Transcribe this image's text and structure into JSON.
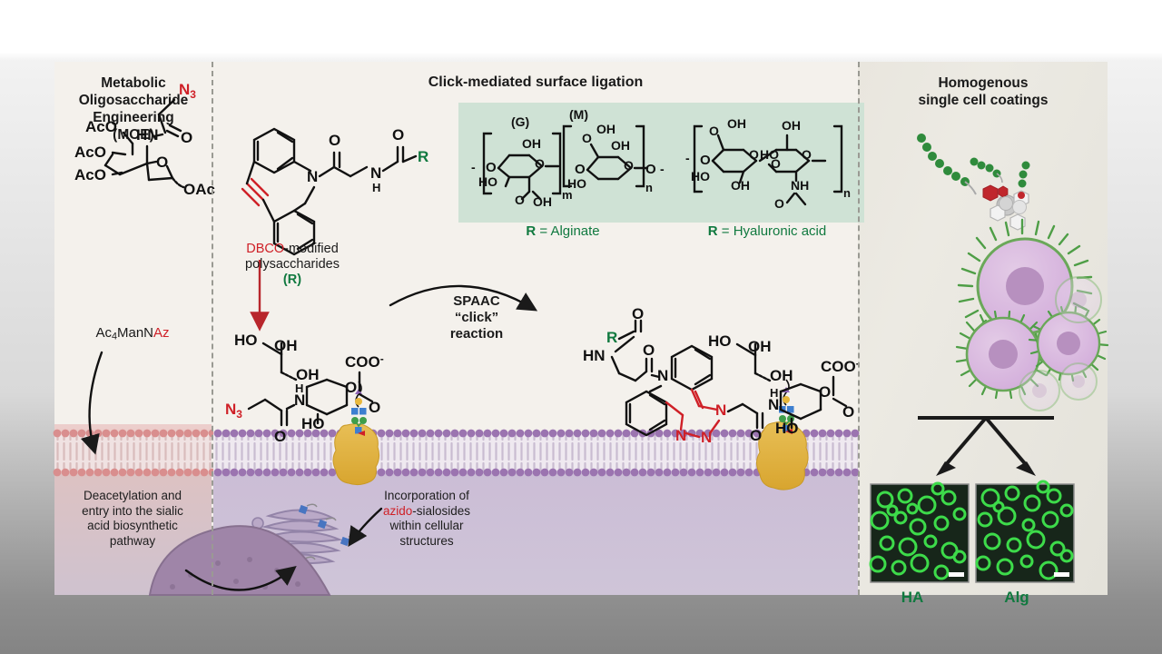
{
  "figure": {
    "panels": {
      "left": {
        "title": "Metabolic\nOligosaccharide\nEngineering\n(MOE)",
        "title_lines": [
          "Metabolic",
          "Oligosaccharide",
          "Engineering",
          "(MOE)"
        ],
        "molecule_label_prefix": "Ac",
        "molecule_label_sub": "4",
        "molecule_label_mid": "ManN",
        "molecule_label_suffix": "Az",
        "molecule_full": "Ac4ManNAz",
        "caption": "Deacetylation and entry into the sialic acid biosynthetic pathway",
        "caption_lines": [
          "Deacetylation and",
          "entry into the sialic",
          "acid biosynthetic",
          "pathway"
        ],
        "atoms": {
          "aco1": "AcO",
          "aco2": "AcO",
          "aco3": "AcO",
          "hn": "HN",
          "o_carbonyl": "O",
          "ring_o": "O",
          "oac": "OAc",
          "azide": "N3"
        }
      },
      "middle": {
        "title": "Click-mediated surface ligation",
        "dbco_label_red": "DBCO",
        "dbco_label_rest": "-modified",
        "dbco_label_line2": "polysaccharides",
        "dbco_label_line3": "(R)",
        "reaction_label_lines": [
          "SPAAC",
          "“click”",
          "reaction"
        ],
        "caption": "Incorporation of azido-sialosides within cellular structures",
        "caption_line1": "Incorporation of",
        "caption_red": "azido",
        "caption_line2_rest": "-sialosides",
        "caption_line3": "within cellular",
        "caption_line4": "structures",
        "inset": {
          "background_color": "#cfe2d5",
          "alginate_label_r": "R",
          "alginate_label_eq": " = Alginate",
          "ha_label_r": "R",
          "ha_label_eq": " = Hyaluronic acid",
          "block_g": "(G)",
          "block_m": "(M)",
          "subscript_m": "m",
          "subscript_n": "n",
          "atoms": [
            "OH",
            "HO",
            "O",
            "NH"
          ]
        },
        "sialic_atoms": {
          "ho": "HO",
          "oh": "OH",
          "coo": "COO",
          "charge": "-",
          "n3": "N3",
          "nh": "N",
          "h": "H"
        },
        "triazole_atoms": {
          "n1": "N",
          "n2": "N",
          "n3": "N",
          "hn": "HN",
          "o": "O"
        }
      },
      "right": {
        "title_lines": [
          "Homogenous",
          "single cell coatings"
        ],
        "micrograph_labels": [
          "HA",
          "Alg"
        ],
        "label_color": "#10793f"
      }
    },
    "colors": {
      "panel_bg": "#f4f1ec",
      "inset_green": "#cfe2d5",
      "accent_red": "#cf2027",
      "accent_green": "#10793f",
      "membrane_left": "#d99a9a",
      "membrane_right": "#a884b8",
      "protein_gold": "#e3b23c",
      "cell_purple": "#d9b8dc",
      "coating_green": "#4e9e46"
    }
  }
}
